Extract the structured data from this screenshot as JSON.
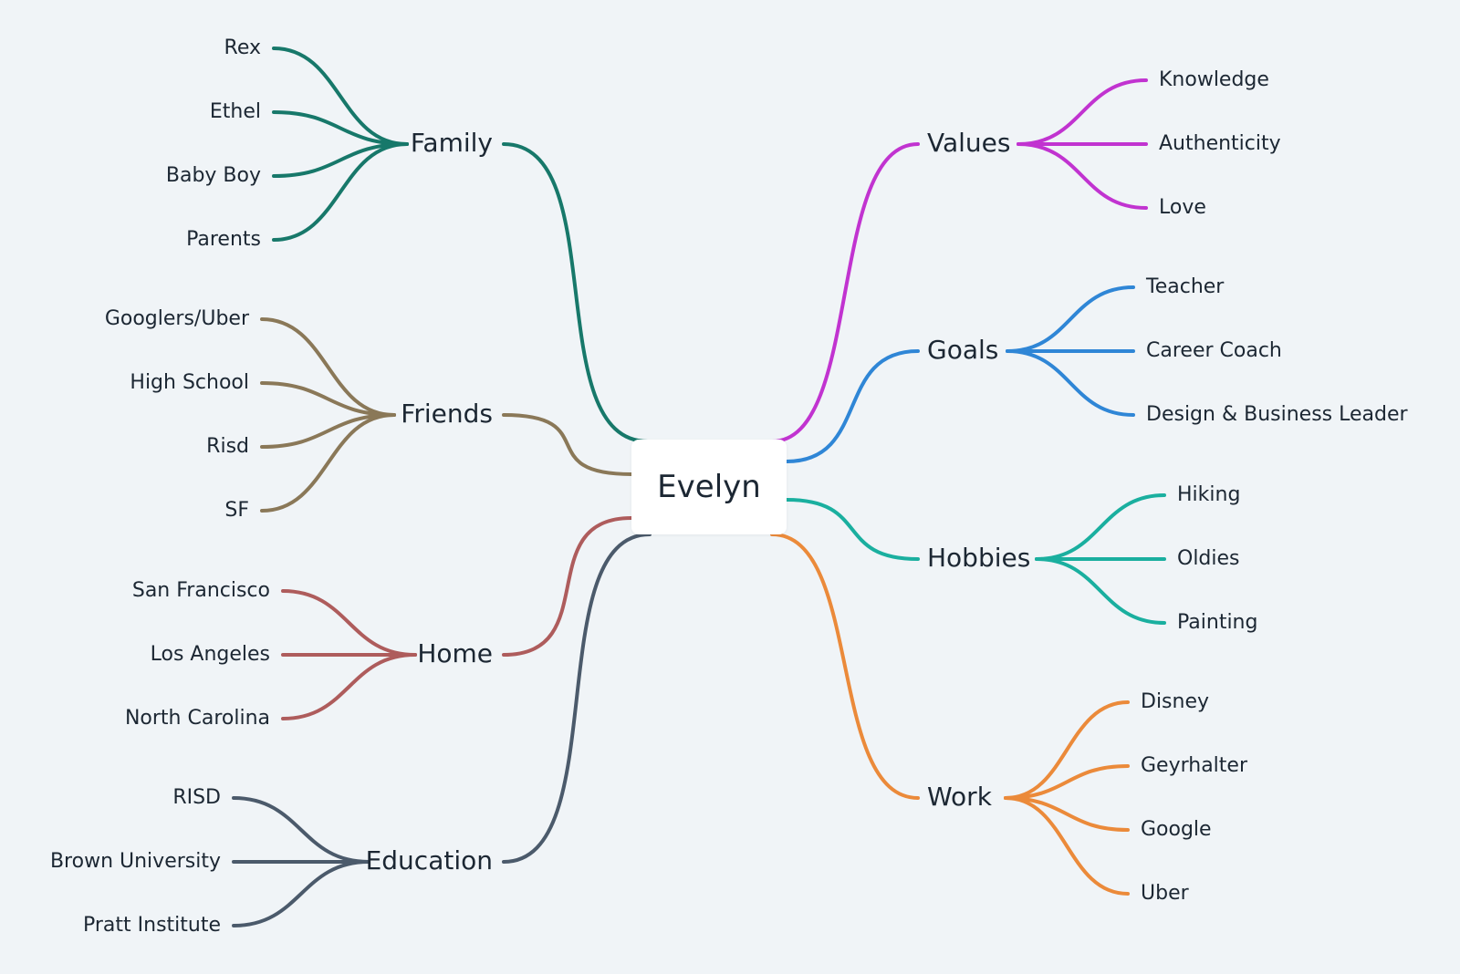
{
  "center": {
    "label": "Evelyn"
  },
  "branches": [
    {
      "id": "family",
      "label": "Family",
      "color": "#17786a",
      "children": [
        "Rex",
        "Ethel",
        "Baby Boy",
        "Parents"
      ]
    },
    {
      "id": "friends",
      "label": "Friends",
      "color": "#8a7858",
      "children": [
        "Googlers/Uber",
        "High School",
        "Risd",
        "SF"
      ]
    },
    {
      "id": "home",
      "label": "Home",
      "color": "#ae5c5c",
      "children": [
        "San Francisco",
        "Los Angeles",
        "North Carolina"
      ]
    },
    {
      "id": "education",
      "label": "Education",
      "color": "#4b5a6b",
      "children": [
        "RISD",
        "Brown University",
        "Pratt Institute"
      ]
    },
    {
      "id": "values",
      "label": "Values",
      "color": "#c133d0",
      "children": [
        "Knowledge",
        "Authenticity",
        "Love"
      ]
    },
    {
      "id": "goals",
      "label": "Goals",
      "color": "#2f86d6",
      "children": [
        "Teacher",
        "Career Coach",
        "Design & Business Leader"
      ]
    },
    {
      "id": "hobbies",
      "label": "Hobbies",
      "color": "#1aaf9f",
      "children": [
        "Hiking",
        "Oldies",
        "Painting"
      ]
    },
    {
      "id": "work",
      "label": "Work",
      "color": "#eb8a3a",
      "children": [
        "Disney",
        "Geyrhalter",
        "Google",
        "Uber"
      ]
    }
  ]
}
